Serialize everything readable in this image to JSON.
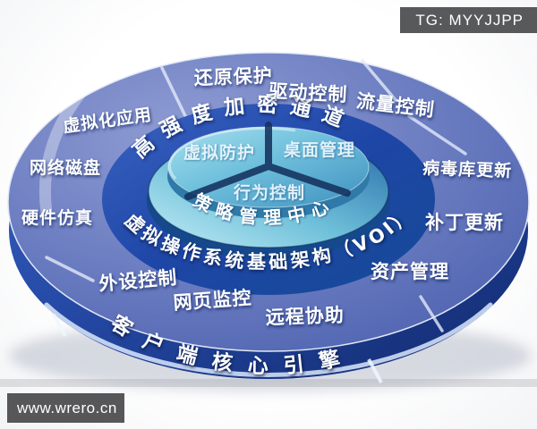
{
  "overlay": {
    "badge": "TG: MYYJJPP",
    "website": "www.wrero.cn"
  },
  "diagram": {
    "center_disc": {
      "segments": [
        "虚拟防护",
        "桌面管理",
        "行为控制"
      ],
      "rim_label": "策略管理中心"
    },
    "middle_ring": {
      "top_arc": "高强度加密通道",
      "bottom_arc": "虚拟操作系统基础架构（VOI）"
    },
    "outer_ring": [
      "还原保护",
      "驱动控制",
      "流量控制",
      "病毒库更新",
      "补丁更新",
      "资产管理",
      "远程协助",
      "网页监控",
      "外设控制",
      "硬件仿真",
      "网络磁盘",
      "虚拟化应用"
    ],
    "bottom_rim": "客户端核心引擎",
    "colors": {
      "outer_ring_top": "#6e80c2",
      "ring_side": "#2a4fae",
      "middle_ring": "#1d45a4",
      "pedestal": "#4f9cc8",
      "center_disc": "#7cc6de",
      "label_text": "#ffffff",
      "badge_bg": "#58595b"
    }
  }
}
